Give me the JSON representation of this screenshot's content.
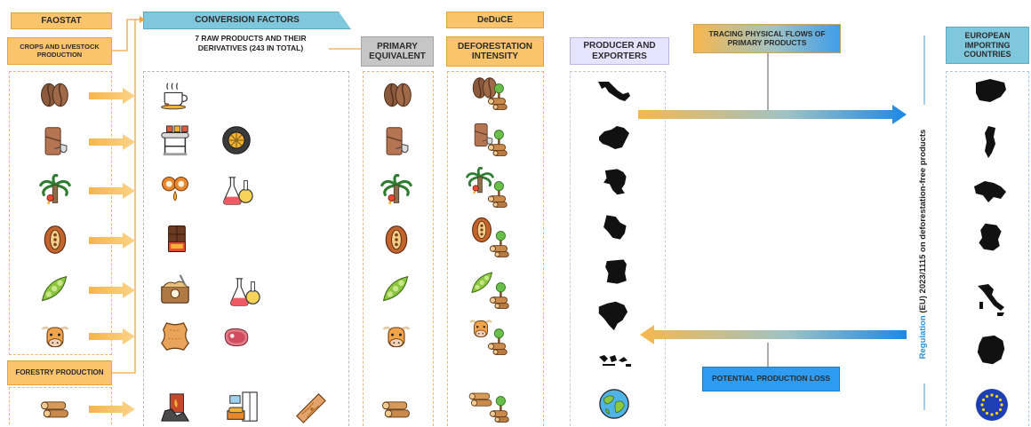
{
  "headers": {
    "faostat": "FAOSTAT",
    "crops_livestock": "CROPS AND LIVESTOCK PRODUCTION",
    "conversion_factors": "CONVERSION FACTORS",
    "raw_products_line1": "7 RAW PRODUCTS AND THEIR",
    "raw_products_line2": "DERIVATIVES (243 IN TOTAL)",
    "primary_equivalent": "PRIMARY EQUIVALENT",
    "deduce": "DeDuCE",
    "deforestation_intensity": "DEFORESTATION INTENSITY",
    "producer_exporters": "PRODUCER AND EXPORTERS",
    "tracing_flows": "TRACING PHYSICAL FLOWS OF PRIMARY PRODUCTS",
    "european_importing": "EUROPEAN IMPORTING COUNTRIES",
    "forestry_production": "FORESTRY PRODUCTION",
    "potential_loss": "POTENTIAL PRODUCTION LOSS",
    "regulation_bold": "Regulation",
    "regulation_rest": "(EU) 2023/1115 on deforestation-free products"
  },
  "raw_products": [
    "coffee",
    "rubber",
    "oil palm",
    "cocoa",
    "soy",
    "cattle",
    "wood"
  ],
  "derivative_icons": [
    [
      "coffee-cup"
    ],
    [
      "conveyor",
      "tire"
    ],
    [
      "palm-oil-drops",
      "chemical-flasks"
    ],
    [
      "chocolate-bar"
    ],
    [
      "animal-feed",
      "chemical-flasks"
    ],
    [
      "leather-hide",
      "meat-steak"
    ],
    [
      "charcoal",
      "furniture",
      "wooden-plank"
    ]
  ],
  "producer_countries": [
    "Mexico",
    "China",
    "DR Congo",
    "Bolivia",
    "Côte d'Ivoire",
    "Brazil",
    "Indonesia",
    "World"
  ],
  "importing_countries": [
    "Spain",
    "Portugal",
    "Belgium",
    "Netherlands",
    "Italy",
    "France",
    "European Union"
  ],
  "colors": {
    "orange": "#f9c46b",
    "blue": "#7fc7dc",
    "grey": "#c6c6c6",
    "lavender": "#e6e3ff",
    "flow_blue": "#1e88e5",
    "flow_orange": "#f7b54a"
  }
}
